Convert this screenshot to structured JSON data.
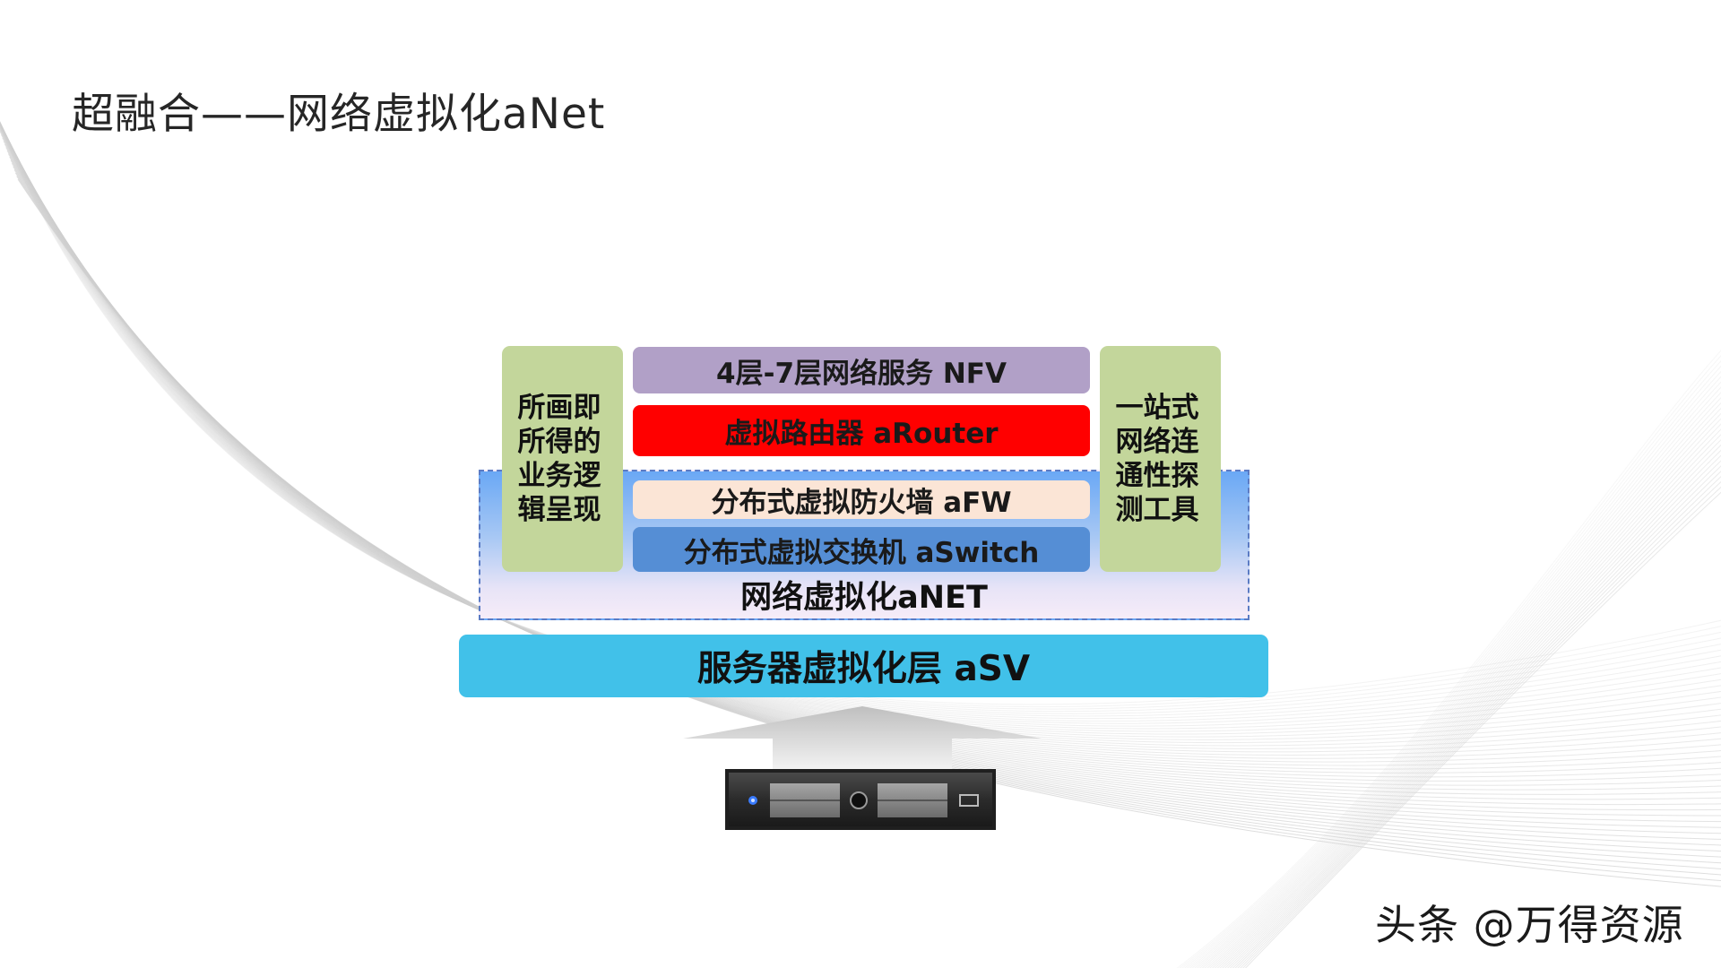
{
  "slide": {
    "title": "超融合——网络虚拟化aNet",
    "watermark": "头条 @万得资源"
  },
  "diagram": {
    "left_panel": "所画即所得的业务逻辑呈现",
    "right_panel": "一站式网络连通性探测工具",
    "layers": {
      "nfv": "4层-7层网络服务 NFV",
      "router": "虚拟路由器 aRouter",
      "firewall": "分布式虚拟防火墙 aFW",
      "switch": "分布式虚拟交换机 aSwitch"
    },
    "anet_label": "网络虚拟化aNET",
    "asv_label": "服务器虚拟化层 aSV"
  },
  "colors": {
    "nfv": "#b1a0c7",
    "router": "#ff0000",
    "firewall": "#fbe5d6",
    "switch": "#558ed5",
    "side_panels": "#c3d69b",
    "asv": "#41c1e9",
    "anet_frame": "#5b7bc4"
  },
  "icons": {
    "arrow": "up-arrow-icon",
    "server": "rack-server-icon"
  }
}
